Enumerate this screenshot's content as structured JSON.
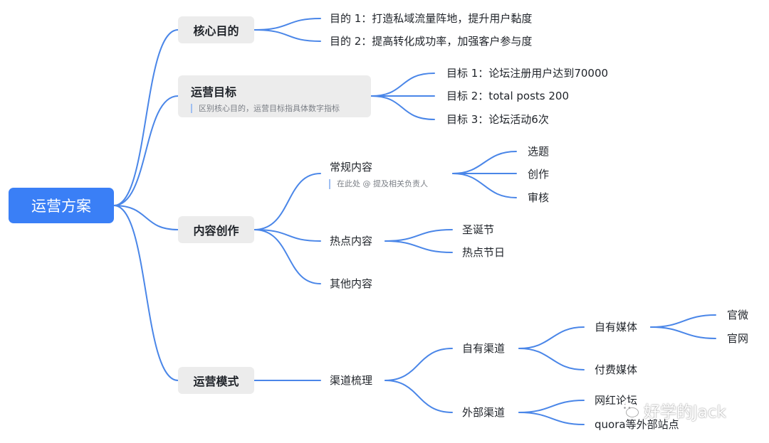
{
  "root": "运营方案",
  "branches": {
    "core": {
      "label": "核心目的",
      "items": [
        "目的 1：打造私域流量阵地，提升用户黏度",
        "目的 2：提高转化成功率，加强客户参与度"
      ]
    },
    "goals": {
      "label": "运营目标",
      "note": "区别核心目的，运营目标指具体数字指标",
      "items": [
        "目标 1：论坛注册用户达到70000",
        "目标 2：total posts 200",
        "目标 3：论坛活动6次"
      ]
    },
    "content": {
      "label": "内容创作",
      "regular": {
        "label": "常规内容",
        "note": "在此处 @ 提及相关负责人",
        "items": [
          "选题",
          "创作",
          "审核"
        ]
      },
      "hot": {
        "label": "热点内容",
        "items": [
          "圣诞节",
          "热点节日"
        ]
      },
      "other": "其他内容"
    },
    "mode": {
      "label": "运营模式",
      "channel": {
        "label": "渠道梳理",
        "own": {
          "label": "自有渠道",
          "media": {
            "label": "自有媒体",
            "items": [
              "官微",
              "官网"
            ]
          },
          "paid": "付费媒体"
        },
        "external": {
          "label": "外部渠道",
          "items": [
            "网红论坛",
            "quora等外部站点"
          ]
        }
      }
    }
  },
  "watermark": "好学的Jack",
  "colors": {
    "root_bg": "#3a7ff6",
    "line": "#4a86e8",
    "box_bg": "#ececec"
  }
}
